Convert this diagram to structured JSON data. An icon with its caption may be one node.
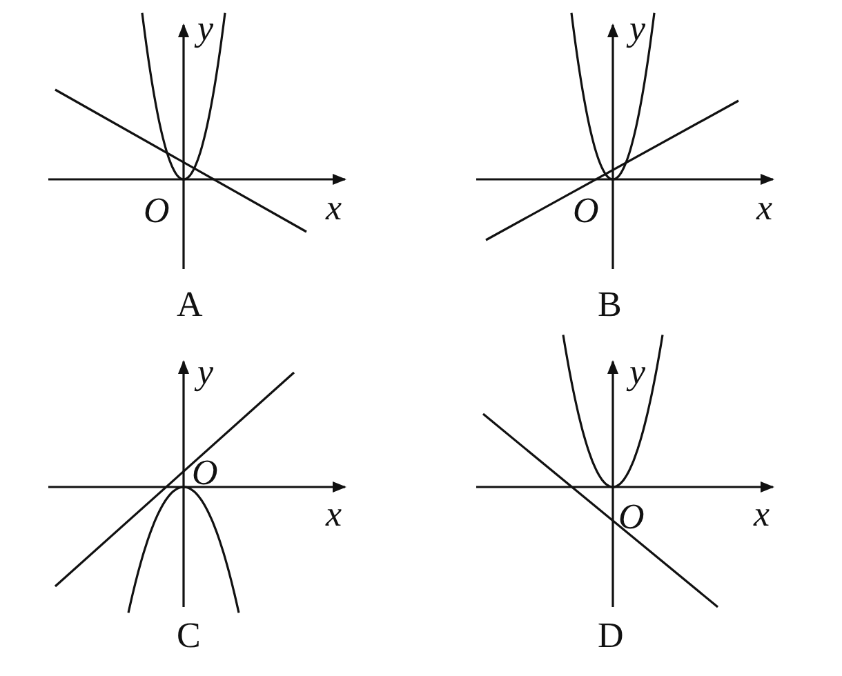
{
  "diagram": {
    "labels": [
      "y",
      "O",
      "x",
      "A",
      "y",
      "O",
      "x",
      "B",
      "y",
      "O",
      "x",
      "C",
      "y",
      "O",
      "x",
      "D"
    ]
  }
}
